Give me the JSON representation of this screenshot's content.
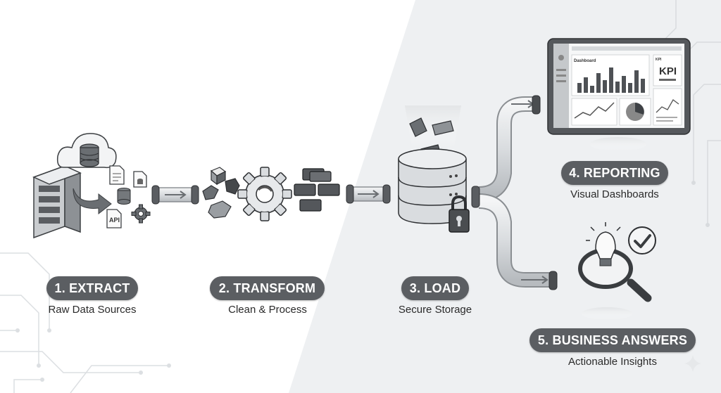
{
  "stages": [
    {
      "label": "1. EXTRACT",
      "subtitle": "Raw Data Sources"
    },
    {
      "label": "2. TRANSFORM",
      "subtitle": "Clean & Process"
    },
    {
      "label": "3. LOAD",
      "subtitle": "Secure Storage"
    },
    {
      "label": "4. REPORTING",
      "subtitle": "Visual Dashboards"
    },
    {
      "label": "5. BUSINESS ANSWERS",
      "subtitle": "Actionable Insights"
    }
  ],
  "icons": {
    "extract": [
      "server-rack-icon",
      "cloud-database-icon",
      "document-icon",
      "database-icon",
      "api-icon",
      "gear-icon",
      "arrow-icon"
    ],
    "transform": [
      "cube-fragments-icon",
      "gear-icon",
      "organized-blocks-icon"
    ],
    "load": [
      "database-icon",
      "padlock-icon",
      "block-icon"
    ],
    "reporting": [
      "monitor-dashboard-icon"
    ],
    "answers": [
      "lightbulb-icon",
      "magnifier-icon",
      "checkmark-icon"
    ]
  },
  "dashboard": {
    "title": "Dashboard",
    "kpi_small": "KPI",
    "kpi_big": "KPI"
  },
  "api_label": "API",
  "colors": {
    "pill": "#5b5e62",
    "pill_text": "#ffffff",
    "icon_dark": "#4a4d50",
    "icon_light": "#e4e6e8",
    "background_panel": "#eef0f2"
  }
}
